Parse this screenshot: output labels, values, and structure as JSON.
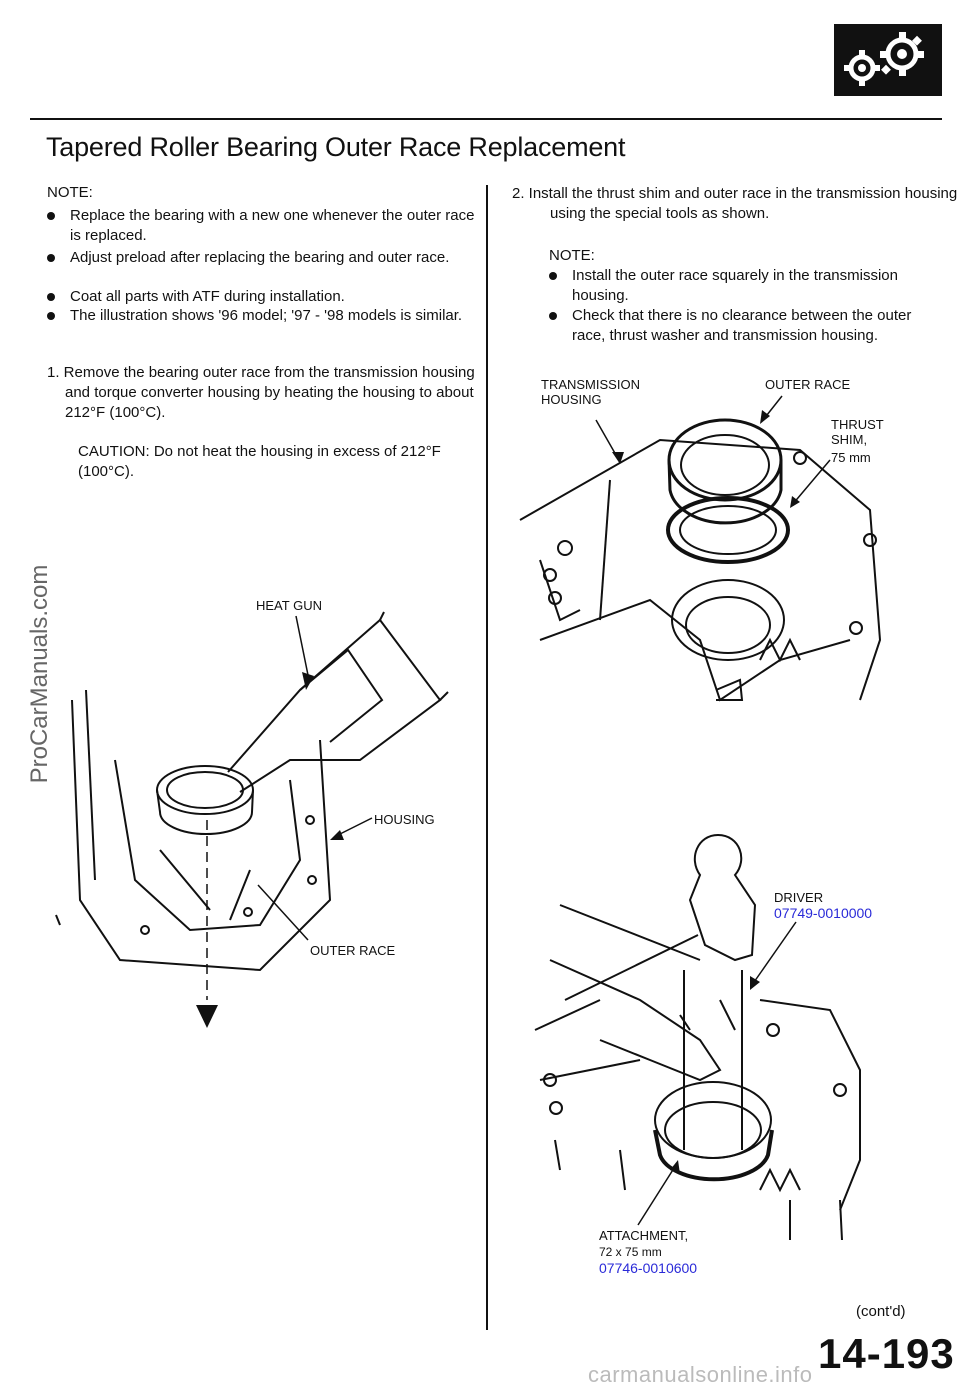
{
  "title": "Tapered Roller Bearing Outer Race Replacement",
  "left": {
    "note_heading": "NOTE:",
    "notes": [
      "Replace the bearing with a new one whenever the outer race is replaced.",
      "Adjust preload after replacing the bearing and outer race.",
      "Coat all parts with ATF during installation.",
      "The illustration shows '96 model; '97 - '98 models is similar."
    ],
    "step1": "1. Remove the bearing outer race from the transmission housing and torque converter housing by heating the housing to about 212°F (100°C).",
    "caution": "CAUTION: Do not heat the housing in excess of 212°F (100°C).",
    "labels": {
      "heat_gun": "HEAT GUN",
      "housing": "HOUSING",
      "outer_race": "OUTER RACE"
    }
  },
  "right": {
    "step2": "2. Install the thrust shim and outer race in the transmission housing using the special tools as shown.",
    "note_heading": "NOTE:",
    "notes": [
      "Install the outer race squarely in the transmission housing.",
      "Check that there is no clearance between the outer race, thrust washer and transmission housing."
    ],
    "labels": {
      "transmission_housing": "TRANSMISSION HOUSING",
      "outer_race": "OUTER RACE",
      "thrust_shim": "THRUST SHIM,",
      "thrust_shim_size": "75 mm",
      "driver": "DRIVER",
      "driver_part": "07749-0010000",
      "attachment": "ATTACHMENT,",
      "attachment_size": "72 x 75 mm",
      "attachment_part": "07746-0010600"
    },
    "contd": "(cont'd)"
  },
  "page_number": "14-193",
  "watermark": "ProCarManuals.com",
  "footer_watermark": "carmanualsonline.info",
  "icon": "gears-icon",
  "colors": {
    "part_number": "#2a2ad8"
  }
}
